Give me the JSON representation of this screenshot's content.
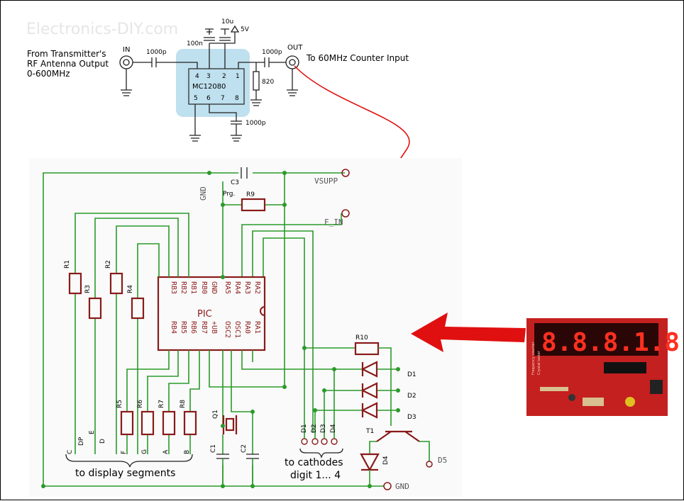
{
  "watermark": "Electronics-DIY.com",
  "prescaler": {
    "input_label": "IN",
    "output_label": "OUT",
    "source_lines": [
      "From Transmitter's",
      "RF Antenna Output",
      "0-600MHz"
    ],
    "dest_label": "To 60MHz Counter Input",
    "chip_name": "MC12080",
    "pins_top": [
      "4",
      "3",
      "2",
      "1"
    ],
    "pins_bottom": [
      "5",
      "6",
      "7",
      "8"
    ],
    "cap_in": "1000p",
    "cap_out": "1000p",
    "cap_100n": "100n",
    "cap_10u": "10u",
    "cap_bottom": "1000p",
    "res_820": "820",
    "vcc": "5V"
  },
  "counter": {
    "ic_name": "PIC",
    "ic_top_pins": [
      "RB3",
      "RB2",
      "RB1",
      "RB0",
      "GND",
      "RA5",
      "RA4",
      "RA3",
      "RA2"
    ],
    "ic_bottom_pins": [
      "RB4",
      "RB5",
      "RB6",
      "RB7",
      "+UB",
      "OSC2",
      "OSC1",
      "RA0",
      "RA1"
    ],
    "nets": {
      "vsupp": "VSUPP",
      "f_in": "F_IN",
      "gnd": "GND",
      "gnd_top": "GND",
      "d5": "D5"
    },
    "components": {
      "c3": "C3",
      "r9": "R9",
      "prg": "Prg.",
      "r10": "R10",
      "r1": "R1",
      "r2": "R2",
      "r3": "R3",
      "r4": "R4",
      "r5": "R5",
      "r6": "R6",
      "r7": "R7",
      "r8": "R8",
      "q1": "Q1",
      "c1": "C1",
      "c2": "C2",
      "t1": "T1",
      "d4": "D4",
      "d1": "D1",
      "d2": "D2",
      "d3": "D3"
    },
    "segment_labels": [
      "C",
      "DP",
      "E",
      "D",
      "F",
      "G",
      "A",
      "B"
    ],
    "cathode_labels": [
      "D1",
      "D2",
      "D3",
      "D4"
    ],
    "caption_segments": "to display segments",
    "caption_cathodes": [
      "to cathodes",
      "digit 1... 4"
    ]
  },
  "photo": {
    "display_reading": "8.8.8.1.8",
    "board_text": [
      "Frequency counter",
      "Crystal tester"
    ]
  },
  "colors": {
    "wire": "#2a9a2a",
    "symbol": "#8a1a1a",
    "signal_arrow": "#e01010",
    "pcb": "#c42020"
  }
}
